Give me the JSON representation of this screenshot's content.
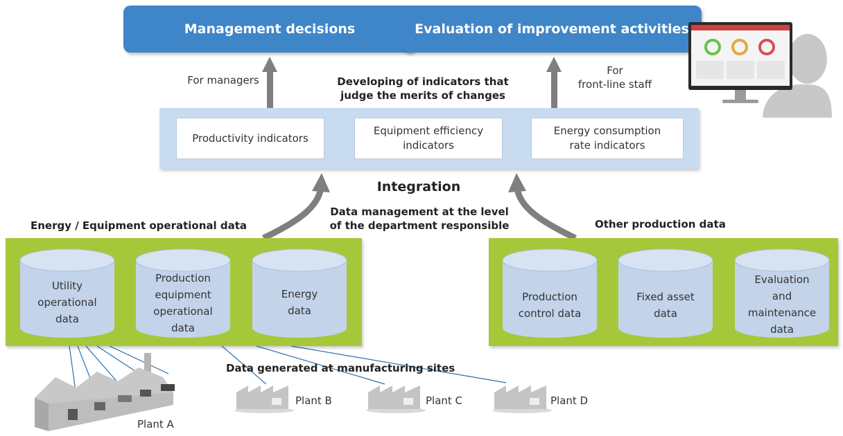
{
  "top": {
    "management": "Management decisions",
    "evaluation": "Evaluation of improvement activities"
  },
  "audience": {
    "managers": "For managers",
    "frontline_1": "For",
    "frontline_2": "front-line staff"
  },
  "indicators_heading": {
    "line1": "Developing of indicators that",
    "line2": "judge the merits of changes"
  },
  "indicators": {
    "productivity": "Productivity indicators",
    "equipment_1": "Equipment efficiency",
    "equipment_2": "indicators",
    "energy_1": "Energy consumption",
    "energy_2": "rate indicators"
  },
  "integration": "Integration",
  "data_mgmt": {
    "line1": "Data management at the level",
    "line2": "of the department responsible"
  },
  "left_group": {
    "title": "Energy / Equipment operational data",
    "db1": [
      "Utility",
      "operational",
      "data"
    ],
    "db2": [
      "Production",
      "equipment",
      "operational",
      "data"
    ],
    "db3": [
      "Energy",
      "data"
    ]
  },
  "right_group": {
    "title": "Other production data",
    "db1": [
      "Production",
      "control data"
    ],
    "db2": [
      "Fixed asset",
      "data"
    ],
    "db3": [
      "Evaluation",
      "and",
      "maintenance",
      "data"
    ]
  },
  "sites_label": "Data generated at manufacturing sites",
  "plants": {
    "a": "Plant A",
    "b": "Plant B",
    "c": "Plant C",
    "d": "Plant D"
  },
  "colors": {
    "blue_button": "#3f86c8",
    "indicator_panel": "#c9dcef",
    "green_panel": "#a5c83a",
    "cylinder": "#c3d3ea",
    "arrow": "#7f7f7f"
  }
}
